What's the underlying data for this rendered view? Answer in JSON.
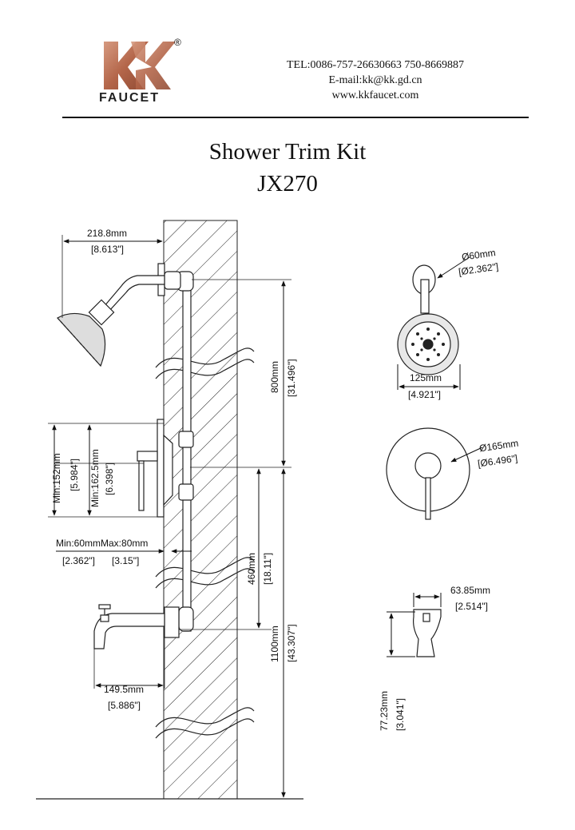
{
  "logo": {
    "mark": "KK",
    "registered": "®",
    "brand": "FAUCET",
    "color": "#b86a4d"
  },
  "contact": {
    "tel": "TEL:0086-757-26630663 750-8669887",
    "email": "E-mail:kk@kk.gd.cn",
    "web": "www.kkfaucet.com"
  },
  "title": {
    "line1": "Shower Trim Kit",
    "line2": "JX270"
  },
  "dims": {
    "arm_len_mm": "218.8mm",
    "arm_len_in": "[8.613\"]",
    "head_to_valve_mm": "800mm",
    "head_to_valve_in": "[31.496\"]",
    "valve_to_spout_mm": "460mm",
    "valve_to_spout_in": "[18.11\"]",
    "floor_mm": "1100mm",
    "floor_in": "[43.307\"]",
    "min152_mm": "Min:152mm",
    "min152_in": "[5.984\"]",
    "min162_mm": "Min:162.5mm",
    "min162_in": "[6.398\"]",
    "minmax_mm": "Min:60mmMax:80mm",
    "min60_in": "[2.362\"]",
    "max80_in": "[3.15\"]",
    "spout_len_mm": "149.5mm",
    "spout_len_in": "[5.886\"]",
    "flange_mm": "Ø60mm",
    "flange_in": "[Ø2.362\"]",
    "head_dia_mm": "125mm",
    "head_dia_in": "[4.921\"]",
    "plate_mm": "Ø165mm",
    "plate_in": "[Ø6.496\"]",
    "spout_w_mm": "63.85mm",
    "spout_w_in": "[2.514\"]",
    "spout_h_mm": "77.23mm",
    "spout_h_in": "[3.041\"]"
  }
}
